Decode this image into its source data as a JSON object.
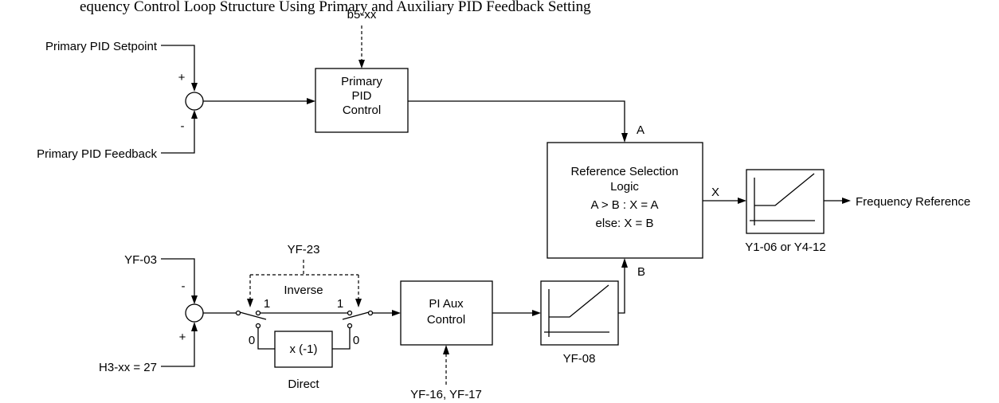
{
  "header": {
    "caption_fragment": "equency Control Loop Structure Using Primary and Auxiliary PID Feedback Setting"
  },
  "inputs": {
    "primary_setpoint": "Primary PID Setpoint",
    "primary_feedback": "Primary PID Feedback",
    "yf03": "YF-03",
    "h3xx": "H3-xx = 27"
  },
  "params": {
    "b5": "b5-xx",
    "yf23": "YF-23",
    "yf16_17": "YF-16, YF-17",
    "yf08": "YF-08",
    "y1": "Y1-06 or Y4-12"
  },
  "signs": {
    "plus_top": "+",
    "minus_top": "-",
    "minus_bottom": "-",
    "plus_bottom": "+"
  },
  "blocks": {
    "pid_line1": "Primary",
    "pid_line2": "PID",
    "pid_line3": "Control",
    "ref_line1": "Reference Selection",
    "ref_line2": "Logic",
    "ref_line3": "A > B : X = A",
    "ref_line4": "else: X = B",
    "aux_line1": "PI Aux",
    "aux_line2": "Control",
    "mult": "x (-1)"
  },
  "labels": {
    "a": "A",
    "b": "B",
    "x": "X",
    "inverse": "Inverse",
    "direct": "Direct",
    "sw1_one": "1",
    "sw1_zero": "0",
    "sw2_one": "1",
    "sw2_zero": "0"
  },
  "output": {
    "label": "Frequency Reference"
  }
}
